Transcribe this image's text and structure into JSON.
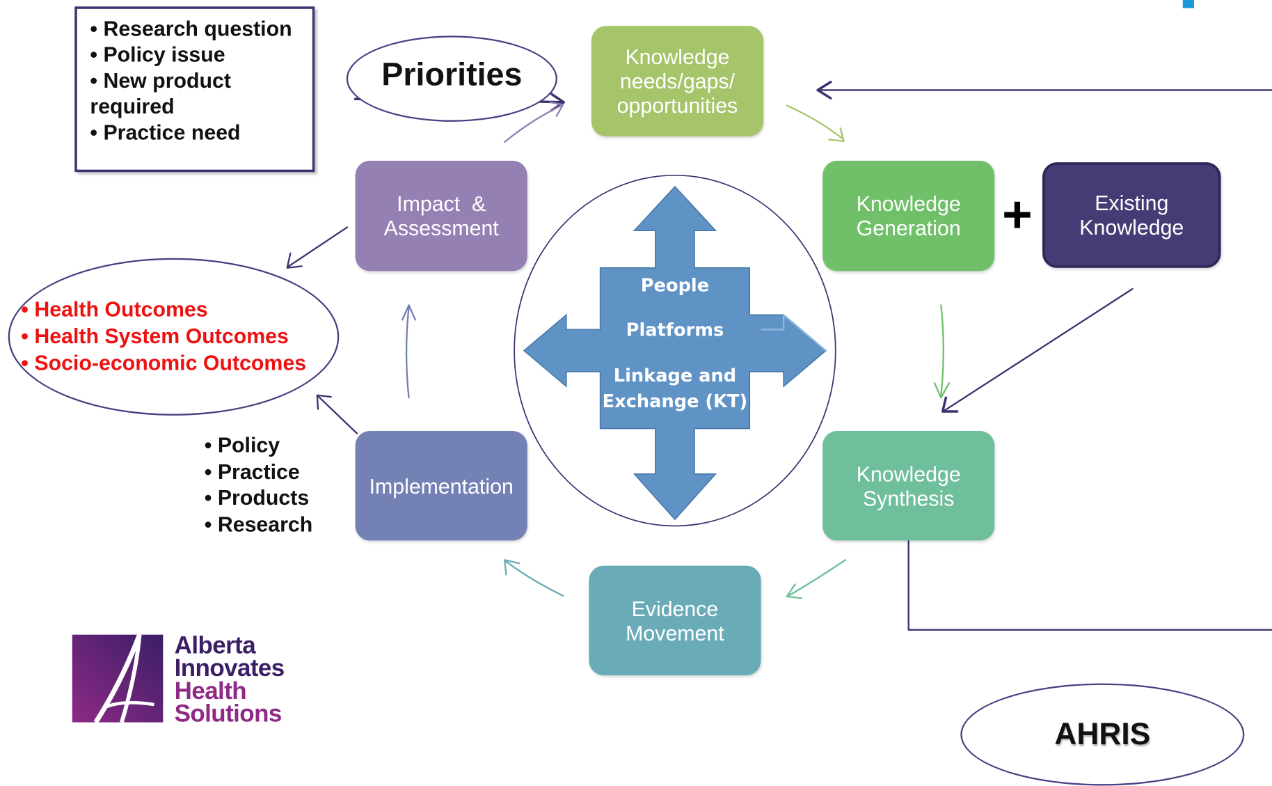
{
  "colors": {
    "needs": "#a6c46a",
    "generation": "#70c06a",
    "existing": "#463b74",
    "synthesis": "#6fbe9c",
    "evidence": "#6aabb8",
    "implementation": "#7481b4",
    "impact": "#9580b4",
    "hub": "#5f93c6",
    "outline": "#3d3270",
    "red": "#ee1111"
  },
  "priorities": {
    "box_items": [
      "Research question",
      "Policy issue",
      "New product required",
      "Practice need"
    ],
    "label": "Priorities"
  },
  "cycle": {
    "needs": "Knowledge needs/gaps/ opportunities",
    "generation": "Knowledge Generation",
    "plus": "+",
    "existing": "Existing Knowledge",
    "synthesis": "Knowledge Synthesis",
    "evidence": "Evidence Movement",
    "implementation": "Implementation",
    "impact": "Impact  & Assessment"
  },
  "hub": {
    "line1": "People",
    "line2": "Platforms",
    "line3": "Linkage and",
    "line4": "Exchange (KT)"
  },
  "outcomes": [
    "Health Outcomes",
    "Health System Outcomes",
    "Socio-economic Outcomes"
  ],
  "implementation_items": [
    "Policy",
    "Practice",
    "Products",
    "Research"
  ],
  "ahris": "AHRIS",
  "logo": {
    "icon": "alberta-innovates-a-logo-icon",
    "line1": "Alberta",
    "line2": "Innovates",
    "line3": "Health",
    "line4": "Solutions"
  }
}
